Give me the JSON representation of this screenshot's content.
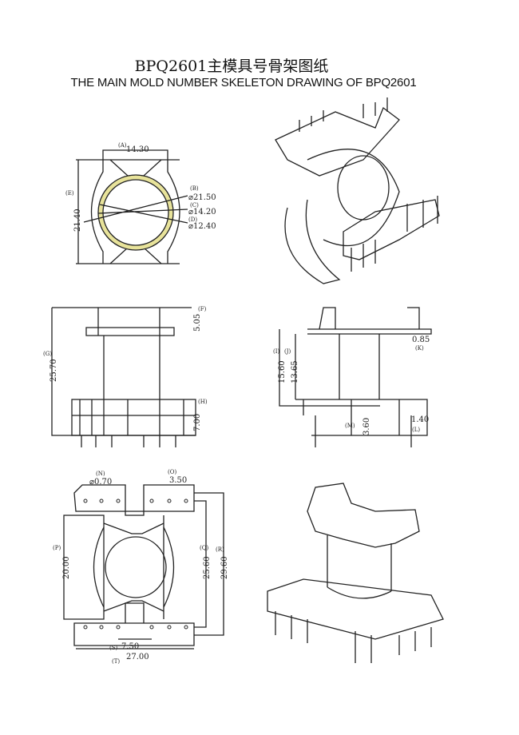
{
  "title": "BPQ2601主模具号骨架图纸",
  "subtitle": "THE MAIN MOLD NUMBER SKELETON DRAWING OF BPQ2601",
  "dimensions": {
    "A": {
      "tag": "(A)",
      "value": "14.30"
    },
    "E": {
      "tag": "(E)",
      "value": "21.40"
    },
    "B": {
      "tag": "(B)",
      "value": "⌀21.50"
    },
    "C": {
      "tag": "(C)",
      "value": "⌀14.20"
    },
    "D": {
      "tag": "(D)",
      "value": "⌀12.40"
    },
    "F": {
      "tag": "(F)",
      "value": "5.05"
    },
    "G": {
      "tag": "(G)",
      "value": "25.70"
    },
    "H": {
      "tag": "(H)",
      "value": "7.00"
    },
    "I": {
      "tag": "(I)",
      "value": "15.60"
    },
    "J": {
      "tag": "(J)",
      "value": "13.65"
    },
    "K": {
      "tag": "(K)",
      "value": "0.85"
    },
    "M": {
      "tag": "(M)",
      "value": "3.60"
    },
    "L": {
      "tag": "(L)",
      "value": "1.40"
    },
    "N": {
      "tag": "(N)",
      "value": "⌀0.70"
    },
    "O": {
      "tag": "(O)",
      "value": "3.50"
    },
    "P": {
      "tag": "(P)",
      "value": "20.00"
    },
    "Q": {
      "tag": "(Q)",
      "value": "25.60"
    },
    "R": {
      "tag": "(R)",
      "value": "29.60"
    },
    "S": {
      "tag": "(S)",
      "value": "7.50"
    },
    "T": {
      "tag": "(T)",
      "value": "27.00"
    }
  }
}
